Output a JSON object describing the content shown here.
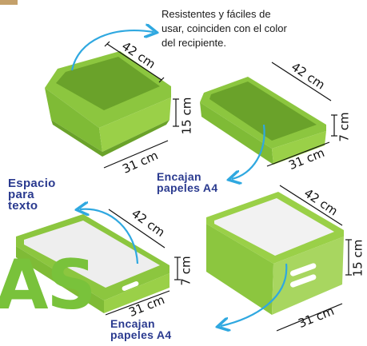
{
  "caption": "Resistentes y fáciles de usar, coinciden con el color del recipiente.",
  "labels": {
    "espacio_line1": "Espacio",
    "espacio_line2": "para",
    "espacio_line3": "texto",
    "encajan_line1": "Encajan",
    "encajan_line2": "papeles A4"
  },
  "big_text": "AS",
  "dimensions": {
    "tray1": {
      "length": "42 cm",
      "width": "31 cm",
      "height": "15 cm"
    },
    "tray2": {
      "length": "42 cm",
      "width": "31 cm",
      "height": "7 cm"
    },
    "tray3": {
      "length": "42 cm",
      "width": "31 cm",
      "height": "7 cm"
    },
    "tray4": {
      "length": "42 cm",
      "width": "31 cm",
      "height": "15 cm"
    }
  },
  "colors": {
    "tray_green": "#8cc63f",
    "tray_dark": "#6aa22a",
    "tray_light": "#a8d660",
    "arrow_blue": "#2fa8e0",
    "label_blue": "#2a3a8f",
    "insert_white": "#f2f2f2"
  }
}
